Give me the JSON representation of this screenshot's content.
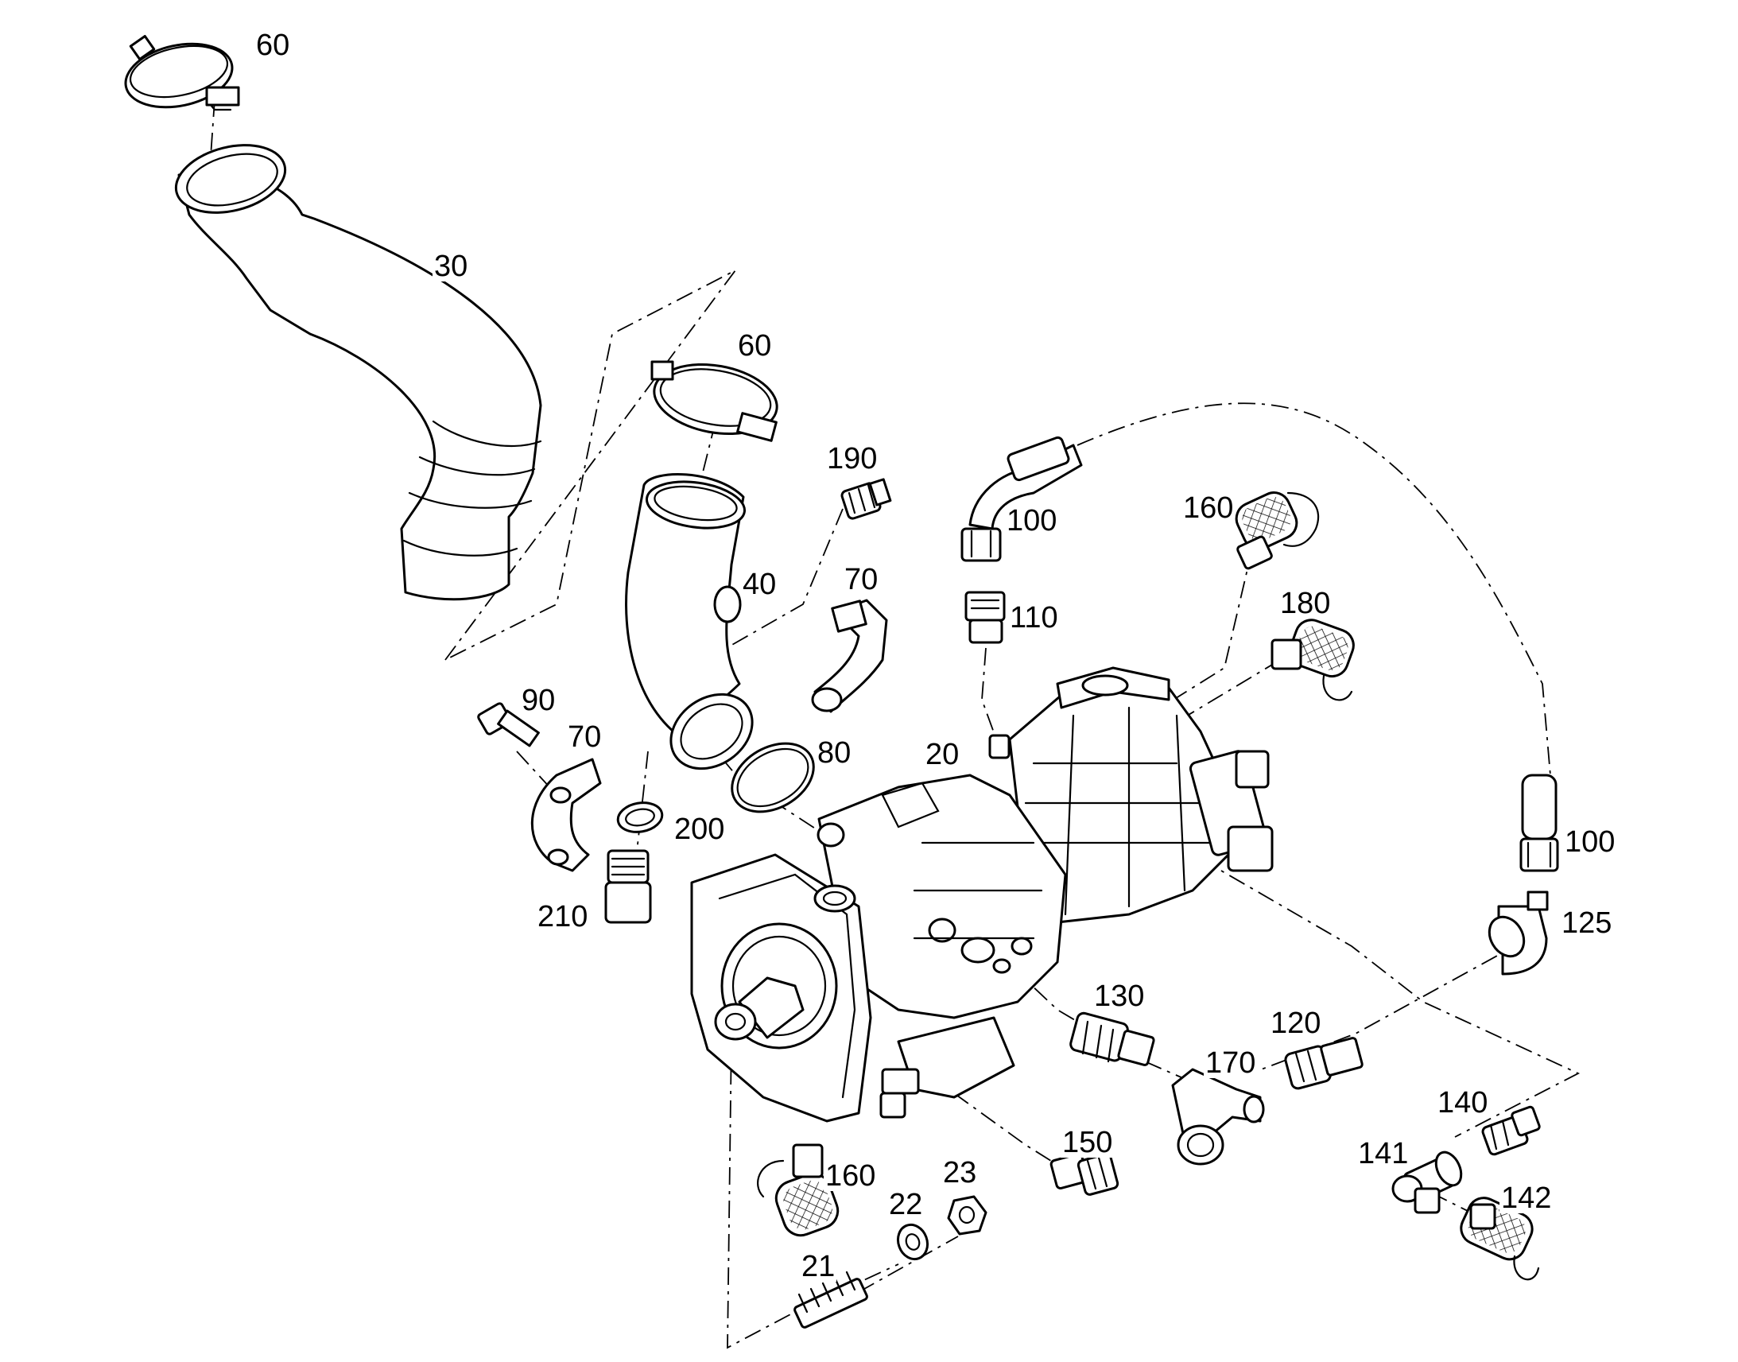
{
  "diagram": {
    "type": "exploded parts diagram",
    "line_color": "#000000",
    "background": "#ffffff",
    "callouts": [
      {
        "id": "c-60-a",
        "text": "60"
      },
      {
        "id": "c-30",
        "text": "30"
      },
      {
        "id": "c-60-b",
        "text": "60"
      },
      {
        "id": "c-190",
        "text": "190"
      },
      {
        "id": "c-100-a",
        "text": "100"
      },
      {
        "id": "c-160-a",
        "text": "160"
      },
      {
        "id": "c-40",
        "text": "40"
      },
      {
        "id": "c-70-a",
        "text": "70"
      },
      {
        "id": "c-110",
        "text": "110"
      },
      {
        "id": "c-180",
        "text": "180"
      },
      {
        "id": "c-90",
        "text": "90"
      },
      {
        "id": "c-70-b",
        "text": "70"
      },
      {
        "id": "c-80",
        "text": "80"
      },
      {
        "id": "c-20",
        "text": "20"
      },
      {
        "id": "c-200",
        "text": "200"
      },
      {
        "id": "c-100-b",
        "text": "100"
      },
      {
        "id": "c-210",
        "text": "210"
      },
      {
        "id": "c-125",
        "text": "125"
      },
      {
        "id": "c-130",
        "text": "130"
      },
      {
        "id": "c-120",
        "text": "120"
      },
      {
        "id": "c-170",
        "text": "170"
      },
      {
        "id": "c-140",
        "text": "140"
      },
      {
        "id": "c-150",
        "text": "150"
      },
      {
        "id": "c-141",
        "text": "141"
      },
      {
        "id": "c-160-b",
        "text": "160"
      },
      {
        "id": "c-23",
        "text": "23"
      },
      {
        "id": "c-142",
        "text": "142"
      },
      {
        "id": "c-22",
        "text": "22"
      },
      {
        "id": "c-21",
        "text": "21"
      }
    ]
  }
}
